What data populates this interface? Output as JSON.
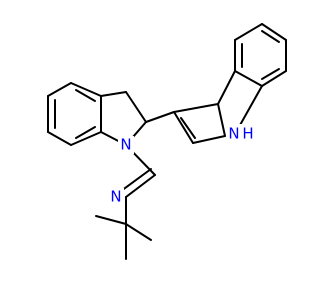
{
  "atoms": {
    "indoline_n": {
      "label": "N",
      "color": "#0000ff"
    },
    "imine_n": {
      "label": "N",
      "color": "#0000ff"
    },
    "indole_nh": {
      "label": "N",
      "h_label": "H",
      "color": "#0000ff"
    }
  }
}
